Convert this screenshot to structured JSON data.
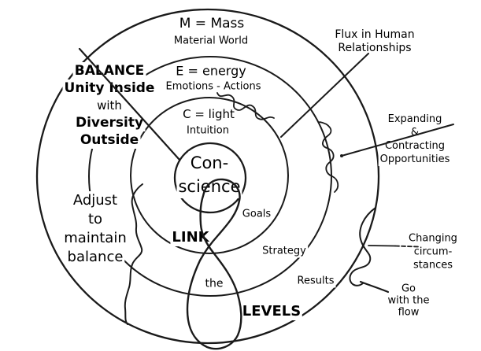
{
  "diagram": {
    "center": {
      "line1": "Con-",
      "line2": "science"
    },
    "rings": {
      "mass": {
        "formula": "M = Mass",
        "upper": "Material World",
        "lower": "Results"
      },
      "energy": {
        "formula": "E = energy",
        "upper": "Emotions - Actions",
        "lower": "Strategy"
      },
      "light": {
        "formula": "C = light",
        "upper": "Intuition",
        "lower": "Goals"
      }
    },
    "link": {
      "word1": "LINK",
      "word2": "the",
      "word3": "LEVELS"
    },
    "balance_note": {
      "line1": "BALANCE",
      "line2": "Unity Inside",
      "line3": "with",
      "line4": "Diversity",
      "line5": "Outside"
    },
    "adjust_note": {
      "line1": "Adjust",
      "line2": "to",
      "line3": "maintain",
      "line4": "balance"
    },
    "flux_note": {
      "line1": "Flux in Human",
      "line2": "Relationships"
    },
    "expanding_note": {
      "line1": "Expanding",
      "line2": "&",
      "line3": "Contracting",
      "line4": "Opportunities"
    },
    "changing_note": {
      "line1": "Changing",
      "line2": "circum-",
      "line3": "stances"
    },
    "flow_note": {
      "line1": "Go",
      "line2": "with the",
      "line3": "flow"
    },
    "colors": {
      "stroke": "#1a1a1a",
      "text": "#000000",
      "background": "#ffffff"
    }
  }
}
